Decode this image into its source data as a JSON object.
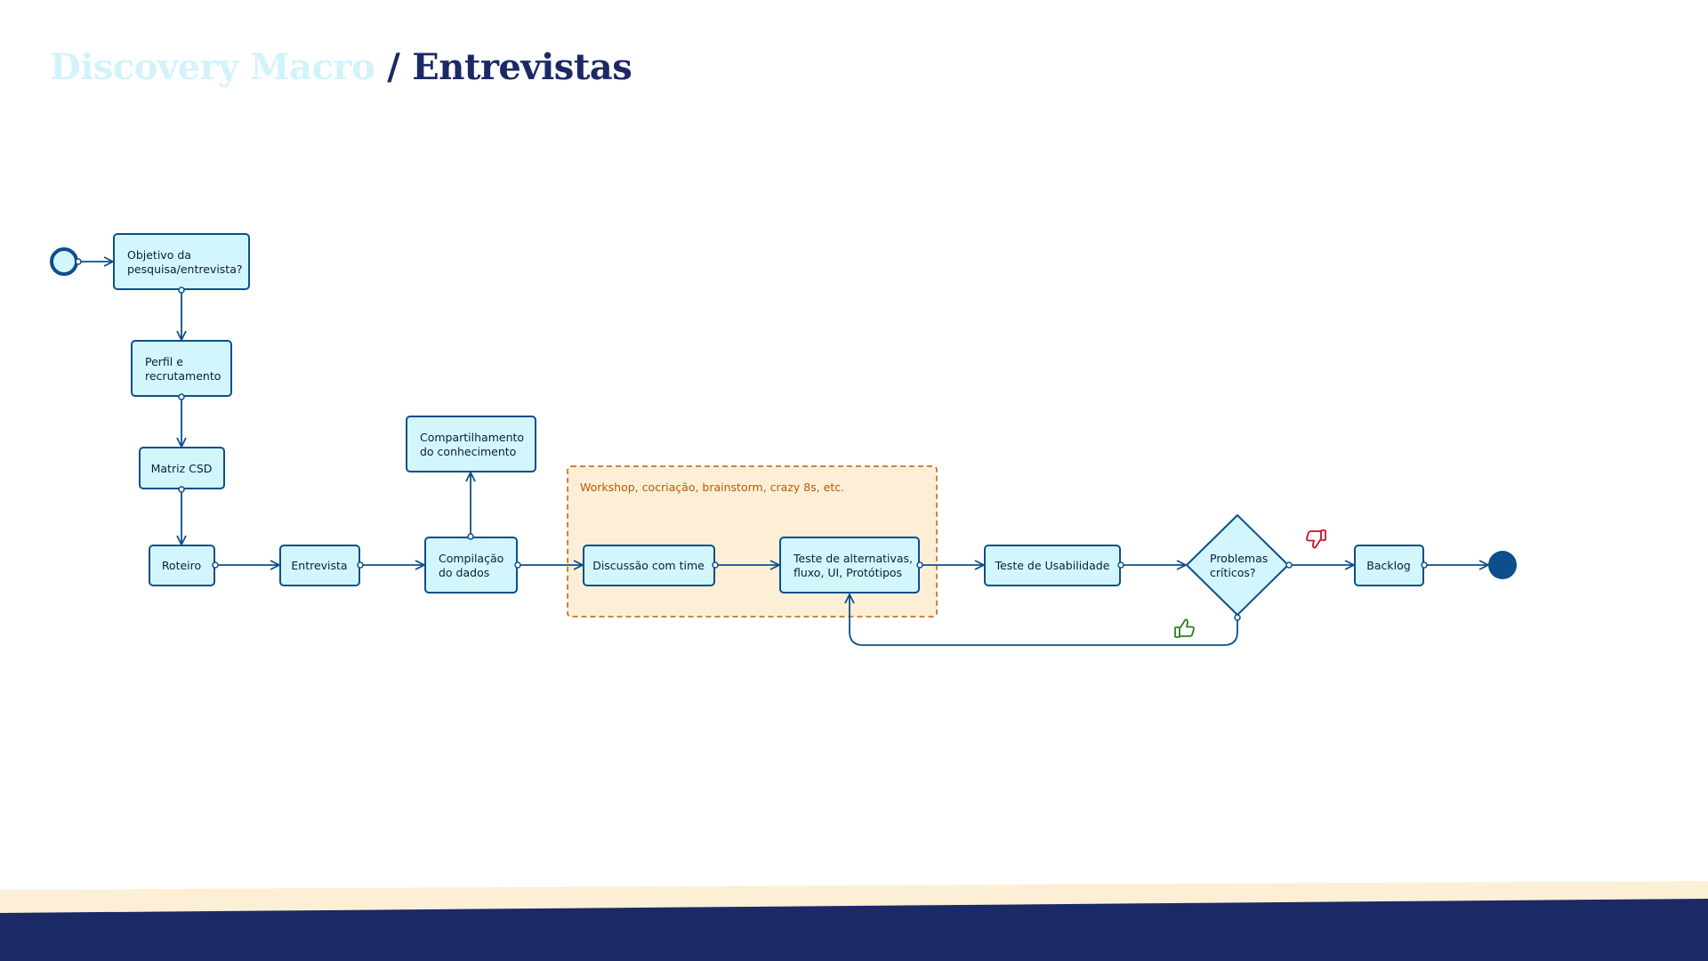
{
  "header": {
    "section": "Discovery Macro",
    "separator": "/",
    "page": "Entrevistas"
  },
  "colors": {
    "node_fill": "#d3f6fd",
    "node_stroke": "#0c4f8a",
    "group_fill": "#fdefd6",
    "group_stroke": "#bf5f0d",
    "end_fill": "#0c4f8a",
    "footer_navy": "#1b2a66",
    "footer_cream": "#fdefd6",
    "thumbs_up": "#2e7d1e",
    "thumbs_down": "#c8102e"
  },
  "diagram": {
    "group_label": "Workshop, cocriação, brainstorm, crazy 8s, etc.",
    "nodes": {
      "objetivo": [
        "Objetivo da",
        "pesquisa/entrevista?"
      ],
      "perfil": [
        "Perfil e",
        "recrutamento"
      ],
      "matriz": [
        "Matriz CSD"
      ],
      "roteiro": [
        "Roteiro"
      ],
      "entrevista": [
        "Entrevista"
      ],
      "compilacao": [
        "Compilação",
        "do dados"
      ],
      "compartilhamento": [
        "Compartilhamento",
        "do conhecimento"
      ],
      "discussao": [
        "Discussão com time"
      ],
      "teste_alt": [
        "Teste de alternativas,",
        "fluxo, UI, Protótipos"
      ],
      "usabilidade": [
        "Teste de Usabilidade"
      ],
      "decisao": [
        "Problemas",
        "críticos?"
      ],
      "backlog": [
        "Backlog"
      ]
    },
    "icons": {
      "start": "start-event-icon",
      "end": "end-event-icon",
      "yes": "thumbs-up-icon",
      "no": "thumbs-down-icon"
    }
  }
}
